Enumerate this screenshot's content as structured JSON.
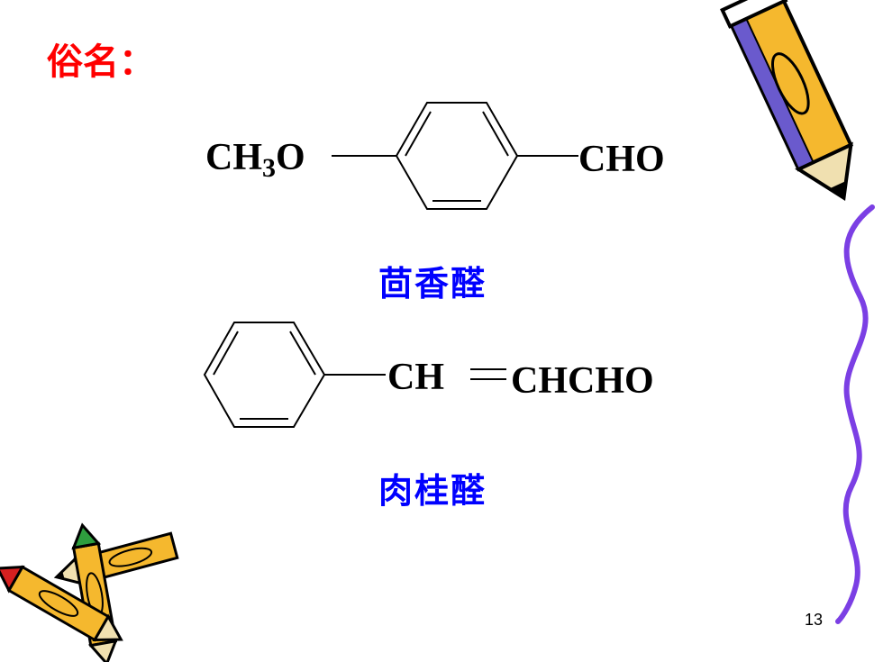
{
  "heading": "俗名：",
  "anisaldehyde": {
    "left_group": "CH",
    "left_sub": "3",
    "left_o": "O",
    "right_group": "CHO",
    "name": "茴香醛"
  },
  "cinnamaldehyde": {
    "group1": "CH",
    "group2": "CHCHO",
    "name": "肉桂醛"
  },
  "page_number": "13",
  "colors": {
    "heading": "#ff0000",
    "names": "#0000ff",
    "decor_line": "#7b3fe4"
  },
  "decor_icons": [
    "pencil-icon",
    "crossed-pencils-icon"
  ]
}
